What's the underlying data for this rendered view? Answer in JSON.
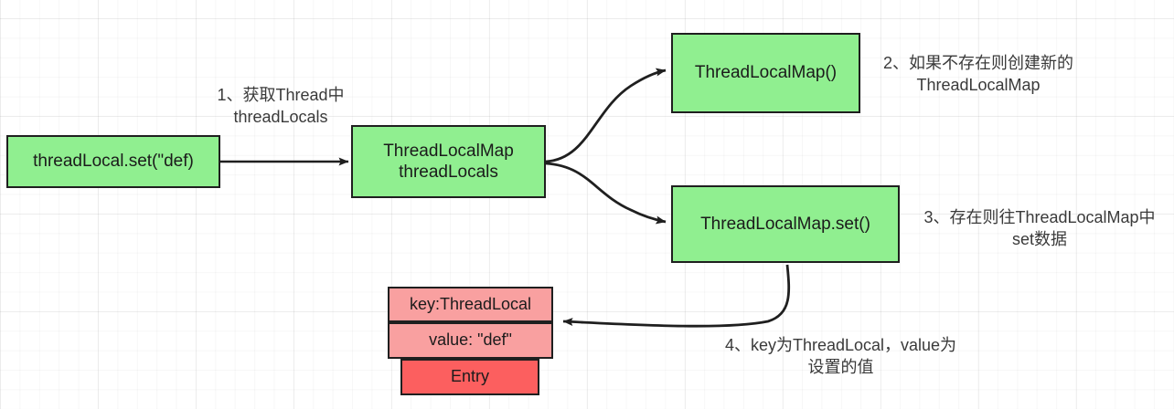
{
  "diagram": {
    "title": "ThreadLocal set flow",
    "colors": {
      "node_green": "#90ef90",
      "node_pink": "#f9a0a0",
      "node_red": "#fc5f5f",
      "stroke": "#1f1f1f",
      "label_text": "#3a3a3a",
      "background": "#ffffff",
      "grid_line": "#ececec"
    },
    "nodes": [
      {
        "id": "threadlocal-set",
        "text": "threadLocal.set(\"def)",
        "fill": "green"
      },
      {
        "id": "threadlocalmap-field",
        "text": "ThreadLocalMap\nthreadLocals",
        "fill": "green"
      },
      {
        "id": "threadlocalmap-ctor",
        "text": "ThreadLocalMap()",
        "fill": "green"
      },
      {
        "id": "threadlocalmap-set",
        "text": "ThreadLocalMap.set()",
        "fill": "green"
      },
      {
        "id": "entry-key",
        "text": "key:ThreadLocal",
        "fill": "pink"
      },
      {
        "id": "entry-value",
        "text": "value: \"def\"",
        "fill": "pink"
      },
      {
        "id": "entry-title",
        "text": "Entry",
        "fill": "red"
      }
    ],
    "labels": [
      {
        "id": "step-1",
        "text": "1、获取Thread中\nthreadLocals"
      },
      {
        "id": "step-2",
        "text": "2、如果不存在则创建新的\nThreadLocalMap"
      },
      {
        "id": "step-3",
        "text": "3、存在则往ThreadLocalMap中\nset数据"
      },
      {
        "id": "step-4",
        "text": "4、key为ThreadLocal，value为\n设置的值"
      }
    ],
    "edges": [
      {
        "id": "edge-set-to-field",
        "from": "threadlocal-set",
        "to": "threadlocalmap-field",
        "style": "straight"
      },
      {
        "id": "edge-field-to-ctor",
        "from": "threadlocalmap-field",
        "to": "threadlocalmap-ctor",
        "style": "curved"
      },
      {
        "id": "edge-field-to-mapset",
        "from": "threadlocalmap-field",
        "to": "threadlocalmap-set",
        "style": "curved"
      },
      {
        "id": "edge-mapset-to-entry",
        "from": "threadlocalmap-set",
        "to": "entry-key",
        "style": "curved"
      }
    ]
  }
}
